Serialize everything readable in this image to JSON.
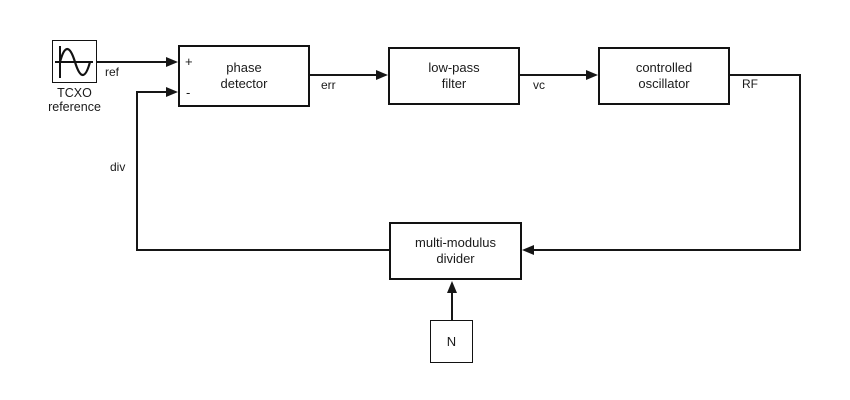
{
  "diagram": {
    "kind": "block-diagram",
    "background_color": "#ffffff",
    "line_color": "#161616",
    "source_block": {
      "caption": "TCXO\nreference",
      "icon": "sine-wave-icon"
    },
    "blocks": {
      "phase_detector": {
        "label": "phase\ndetector",
        "input_plus": "+",
        "input_minus": "-"
      },
      "low_pass_filter": {
        "label": "low-pass\nfilter"
      },
      "controlled_oscillator": {
        "label": "controlled\noscillator"
      },
      "multi_modulus_divider": {
        "label": "multi-modulus\ndivider"
      },
      "n_constant": {
        "label": "N"
      }
    },
    "signal_labels": {
      "ref": "ref",
      "err": "err",
      "vc": "vc",
      "rf": "RF",
      "div": "div"
    },
    "connections": [
      {
        "from": "TCXO reference",
        "to": "phase detector (+)",
        "label": "ref"
      },
      {
        "from": "phase detector",
        "to": "low-pass filter",
        "label": "err"
      },
      {
        "from": "low-pass filter",
        "to": "controlled oscillator",
        "label": "vc"
      },
      {
        "from": "controlled oscillator",
        "to": "multi-modulus divider",
        "label": "RF"
      },
      {
        "from": "multi-modulus divider",
        "to": "phase detector (-)",
        "label": "div"
      },
      {
        "from": "N",
        "to": "multi-modulus divider",
        "label": ""
      }
    ]
  }
}
